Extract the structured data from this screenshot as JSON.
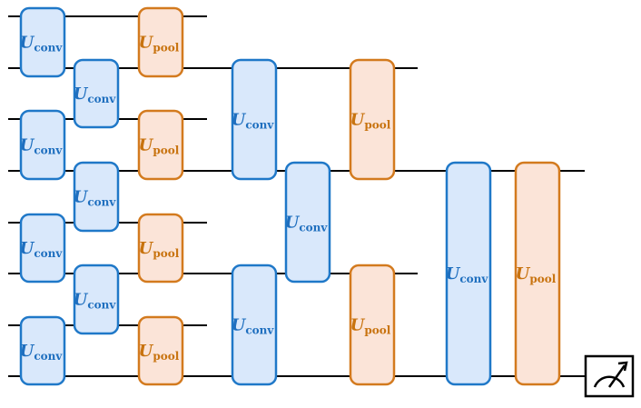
{
  "diagram": {
    "conv_gate": {
      "symbol": "U",
      "subscript": "conv",
      "fill": "#d9e8fb",
      "stroke": "#1f78c8",
      "text_color": "#1f6fbf"
    },
    "pool_gate": {
      "symbol": "U",
      "subscript": "pool",
      "fill": "#fbe4d8",
      "stroke": "#d37a1e",
      "text_color": "#c8730f"
    },
    "wire_color": "#000000",
    "measurement": {
      "icon": "measurement-meter-icon"
    },
    "layers": [
      {
        "convolution": [
          [
            0,
            1
          ],
          [
            2,
            3
          ],
          [
            4,
            5
          ],
          [
            6,
            7
          ],
          [
            1,
            2
          ],
          [
            3,
            4
          ],
          [
            5,
            6
          ]
        ],
        "pooling": [
          [
            0,
            1
          ],
          [
            2,
            3
          ],
          [
            4,
            5
          ],
          [
            6,
            7
          ]
        ]
      },
      {
        "convolution": [
          [
            1,
            3
          ],
          [
            5,
            7
          ],
          [
            3,
            5
          ]
        ],
        "pooling": [
          [
            1,
            3
          ],
          [
            5,
            7
          ]
        ]
      },
      {
        "convolution": [
          [
            3,
            7
          ]
        ],
        "pooling": [
          [
            3,
            7
          ]
        ]
      }
    ],
    "measured_qubit": 7
  }
}
